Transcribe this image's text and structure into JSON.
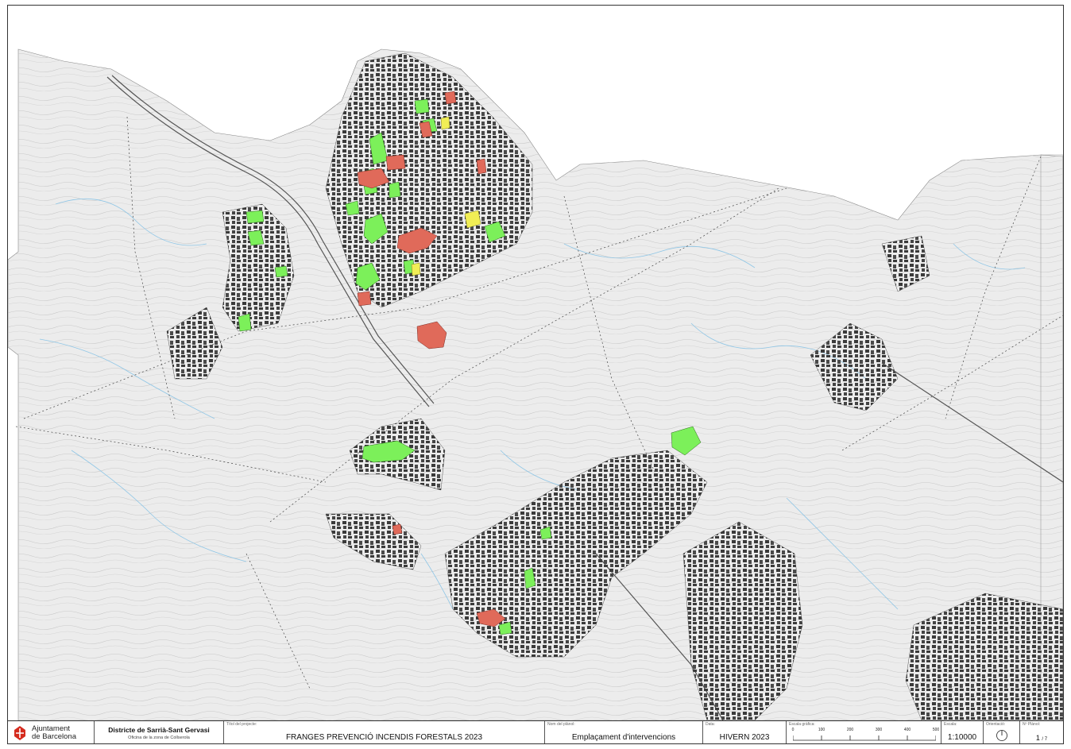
{
  "titleblock": {
    "organization_line1": "Ajuntament",
    "organization_line2": "de Barcelona",
    "district": "Districte de Sarrià-Sant Gervasi",
    "office": "Oficina de la zona de Collserola",
    "project_caption": "Títol del projecte:",
    "project_title": "FRANGES PREVENCIÓ INCENDIS FORESTALS 2023",
    "plan_caption": "Nom del plànol:",
    "plan_name": "Emplaçament d'intervencions",
    "date_caption": "Data:",
    "date": "HIVERN 2023",
    "graphic_scale_caption": "Escala gràfica:",
    "graphic_scale_ticks": [
      "0",
      "100",
      "200",
      "300",
      "400",
      "500"
    ],
    "scale_caption": "Escala:",
    "scale": "1:10000",
    "orientation_caption": "Orientació:",
    "plan_number_caption": "Nº Plànol:",
    "plan_number": "1",
    "plan_total": "/ 7"
  },
  "map": {
    "colors": {
      "background": "#ececec",
      "paper": "#ffffff",
      "contour": "#c4c4c4",
      "stream": "#8fc6e6",
      "building": "#3a3a3a",
      "road": "#555555",
      "green_zone": "#7cf05a",
      "red_zone": "#e06a5a",
      "yellow_zone": "#f1ee55"
    },
    "legend_classes": [
      "green-zone",
      "red-zone",
      "yellow-zone"
    ]
  }
}
